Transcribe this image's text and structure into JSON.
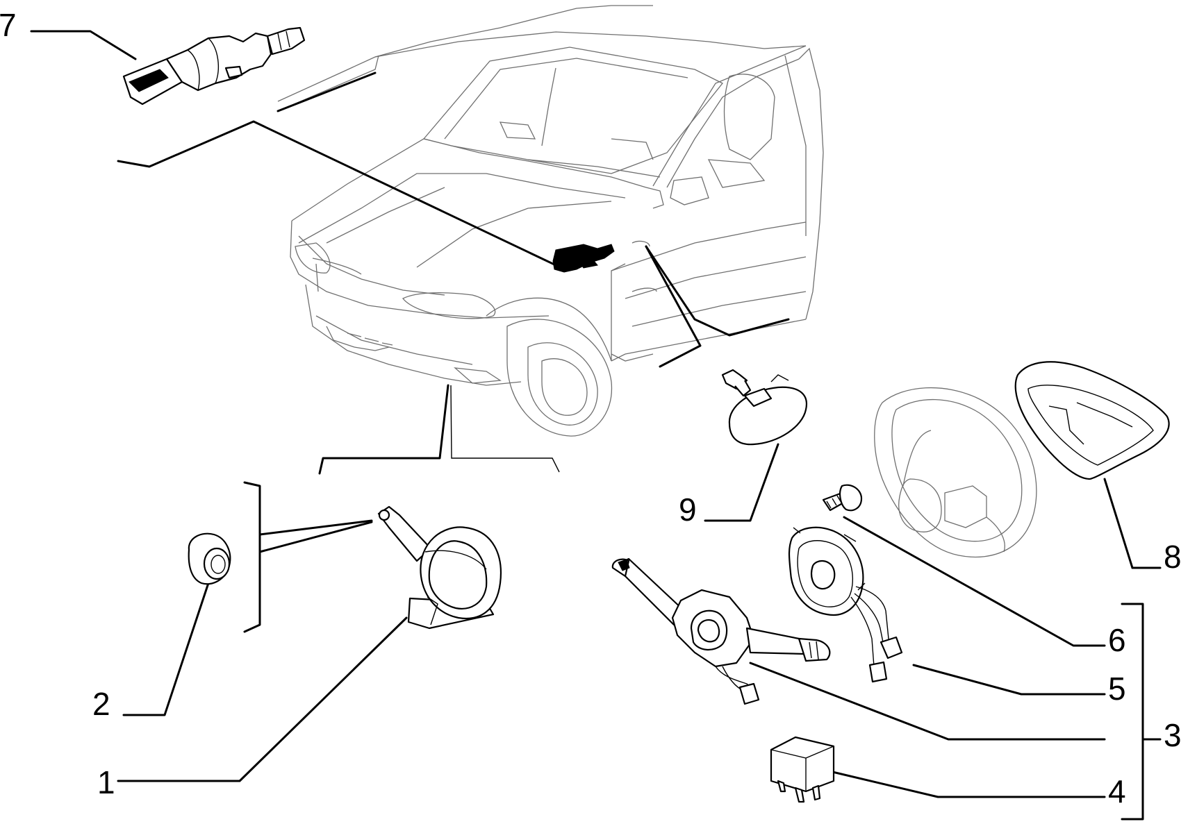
{
  "callouts": {
    "n1": "1",
    "n2": "2",
    "n3": "3",
    "n4": "4",
    "n5": "5",
    "n6": "6",
    "n7": "7",
    "n8": "8",
    "n9": "9"
  },
  "colors": {
    "ink": "#000000",
    "car_outline": "#6f6f6f",
    "background": "#ffffff"
  }
}
